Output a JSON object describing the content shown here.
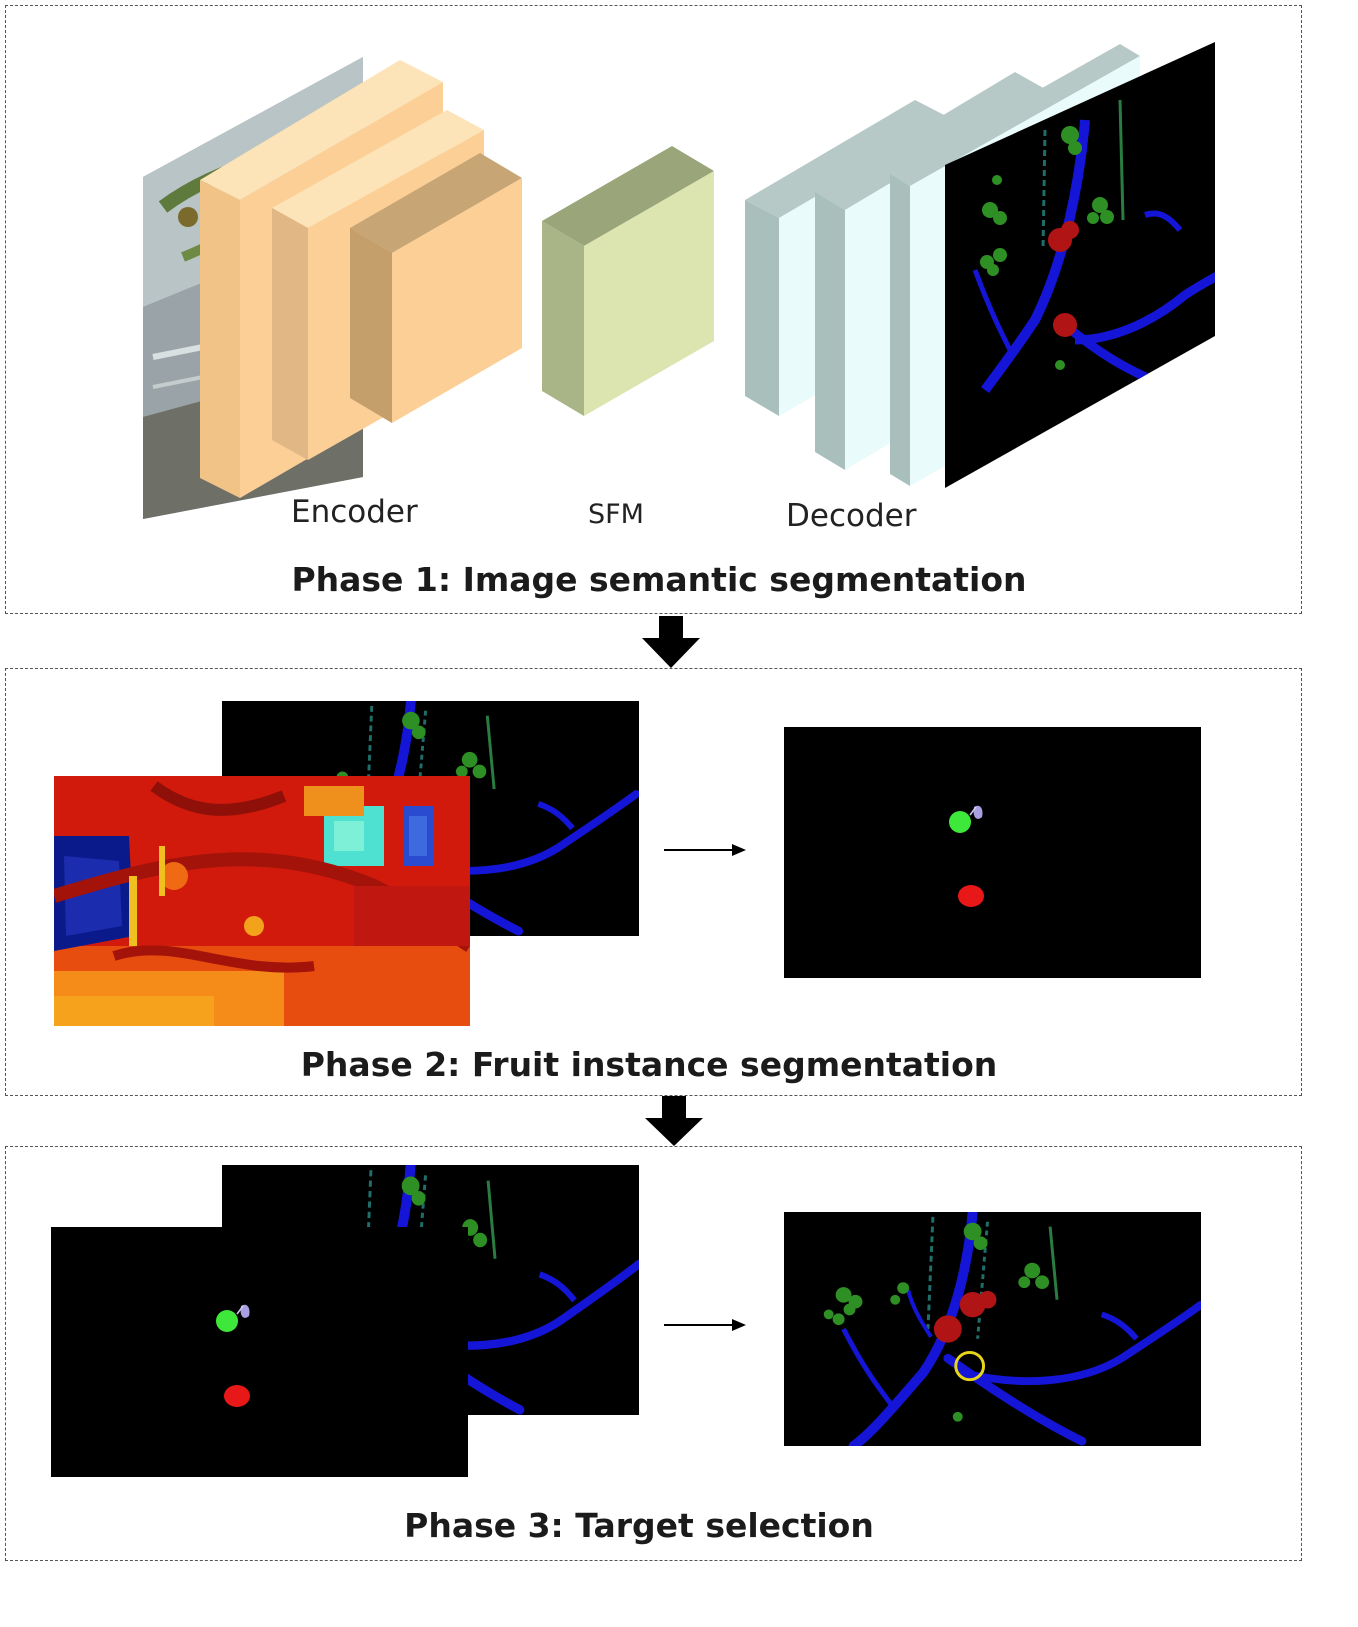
{
  "phase1": {
    "title": "Phase 1: Image semantic segmentation",
    "encoder_label": "Encoder",
    "sfm_label": "SFM",
    "decoder_label": "Decoder"
  },
  "phase2": {
    "title": "Phase 2: Fruit instance segmentation"
  },
  "phase3": {
    "title": "Phase 3: Target selection"
  },
  "colors": {
    "encoder_block": "#fbcf96",
    "sfm_block": "#dce5b0",
    "decoder_block": "#e9fbfa",
    "segmentation_background": "#000000",
    "branch": "#1515d8",
    "leaf": "#2e8f24",
    "fruit": "#b01414",
    "target_circle": "#e7d61a"
  },
  "icons": [
    "down-arrow-icon",
    "right-arrow-icon",
    "target-circle-icon"
  ]
}
